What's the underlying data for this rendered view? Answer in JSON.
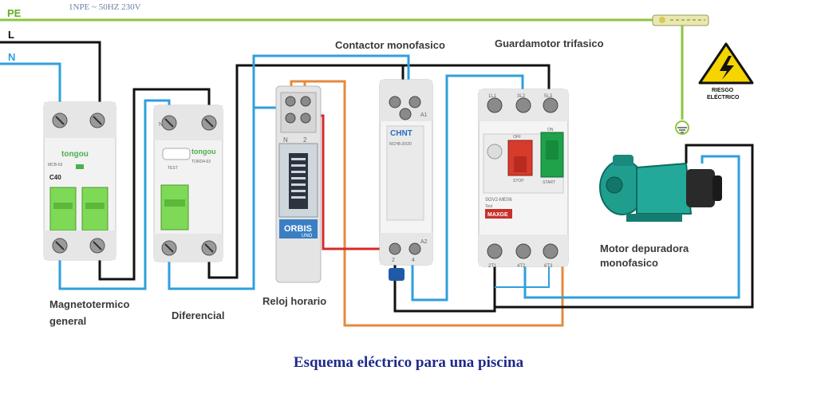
{
  "header": {
    "supply_text": "1NPE ~ 50HZ 230V",
    "bus_pe": "PE",
    "bus_l": "L",
    "bus_n": "N"
  },
  "labels": {
    "breaker": [
      "Magnetotermico",
      "general"
    ],
    "rcd": "Diferencial",
    "timer": "Reloj horario",
    "contactor": "Contactor monofasico",
    "motor_protector": "Guardamotor trifasico",
    "motor": [
      "Motor depuradora",
      "monofasico"
    ],
    "warning": [
      "RIESGO",
      "ELÉCTRICO"
    ]
  },
  "devices": {
    "breaker_brand": "tongou",
    "breaker_rating": "C40",
    "breaker_model": "MCB-63",
    "rcd_brand": "tongou",
    "rcd_model": "TORD4-63",
    "rcd_test": "TEST",
    "timer_brand": "ORBIS",
    "timer_sub": "UNO",
    "contactor_brand": "CHNT",
    "contactor_model": "NCH8-20/20",
    "mp_model": "SGV2-ME06",
    "mp_brand": "MAXGE",
    "mp_off": "OFF",
    "mp_on": "ON",
    "mp_stop": "STOP",
    "mp_start": "START",
    "mp_test": "Test",
    "terminal_top": [
      "1L1",
      "3L2",
      "5L3"
    ],
    "terminal_bottom": [
      "2T1",
      "4T2",
      "6T3"
    ],
    "timer_terminals": [
      "N",
      "2"
    ],
    "contactor_terminals": [
      "A1",
      "A2",
      "2",
      "4"
    ],
    "rcd_n": "N"
  },
  "title": "Esquema eléctrico para una piscina",
  "colors": {
    "pe": "#8cc63f",
    "line": "#111111",
    "neutral": "#2f9fdc",
    "orange": "#e58a3c",
    "red": "#d62b2b",
    "title": "#1e2a8a",
    "label": "#3a3a3a"
  }
}
